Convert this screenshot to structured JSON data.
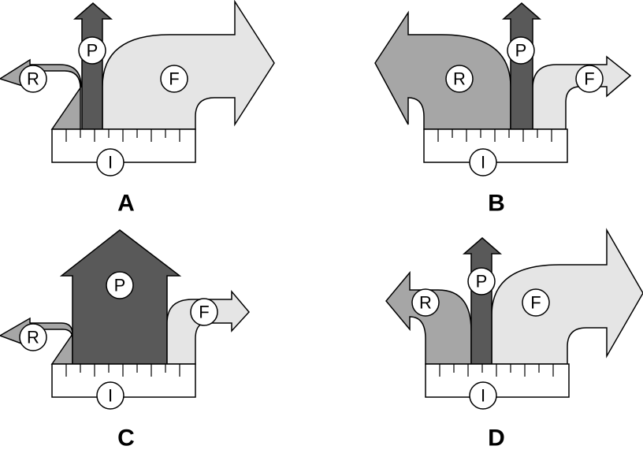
{
  "labels": {
    "r": "R",
    "p": "P",
    "f": "F",
    "i": "I"
  },
  "colors": {
    "r_fill": "#a6a6a6",
    "p_fill": "#595959",
    "f_fill": "#e5e5e5",
    "outline": "#000000",
    "background": "#ffffff"
  },
  "panels": [
    {
      "id": "A",
      "label": "A"
    },
    {
      "id": "B",
      "label": "B"
    },
    {
      "id": "C",
      "label": "C"
    },
    {
      "id": "D",
      "label": "D"
    }
  ]
}
